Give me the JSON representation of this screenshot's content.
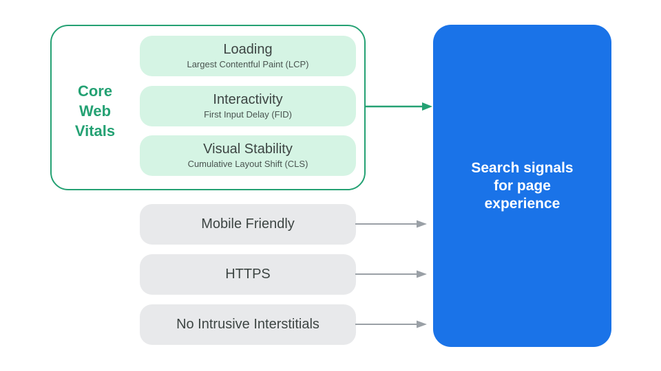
{
  "colors": {
    "green": "#24a173",
    "green_light": "#d5f4e4",
    "gray_box": "#e8e9eb",
    "gray_arrow": "#9aa0a6",
    "blue": "#1a73e8",
    "text_dark": "#3d4543",
    "text_subtle": "#49534f",
    "text_white": "#ffffff",
    "bg": "#ffffff"
  },
  "core_web_vitals": {
    "group_label": "Core Web Vitals",
    "items": [
      {
        "title": "Loading",
        "subtitle": "Largest Contentful Paint (LCP)"
      },
      {
        "title": "Interactivity",
        "subtitle": "First Input Delay (FID)"
      },
      {
        "title": "Visual Stability",
        "subtitle": "Cumulative Layout Shift (CLS)"
      }
    ]
  },
  "other_signals": [
    {
      "label": "Mobile Friendly"
    },
    {
      "label": "HTTPS"
    },
    {
      "label": "No Intrusive Interstitials"
    }
  ],
  "result_panel": {
    "label": "Search signals for page experience"
  }
}
